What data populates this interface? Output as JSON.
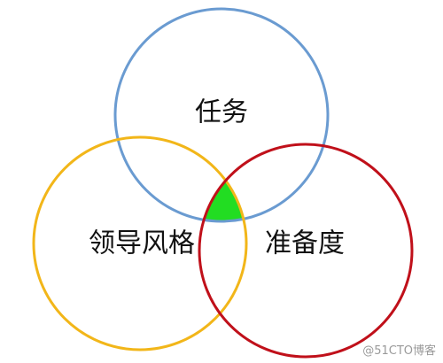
{
  "diagram": {
    "type": "venn",
    "circles": [
      {
        "id": "task",
        "label": "任务",
        "color": "#6a9bd1"
      },
      {
        "id": "leadership",
        "label": "领导风格",
        "color": "#f2b619"
      },
      {
        "id": "readiness",
        "label": "准备度",
        "color": "#c0101a"
      }
    ],
    "intersection_color": "#22dd22",
    "watermark": "@51CTO博客"
  }
}
